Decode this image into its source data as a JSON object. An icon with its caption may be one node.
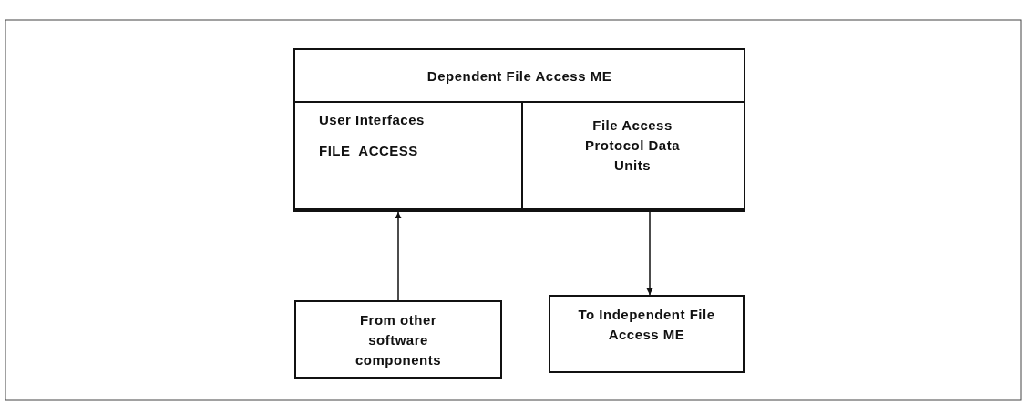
{
  "diagram": {
    "nodes": [
      {
        "text": [
          "Dependent File Access ME"
        ]
      },
      {
        "text": [
          "User Interfaces",
          "FILE_ACCESS"
        ],
        "in": 0
      },
      {
        "text": [
          "File Access Protocol Data Units"
        ],
        "in": 0
      },
      {
        "text": [
          "From other software components"
        ]
      },
      {
        "text": [
          "To Independent File Access ME"
        ]
      }
    ],
    "edges": [
      {
        "from": 3,
        "to": 1,
        "arrow": "to"
      },
      {
        "from": 2,
        "to": 4,
        "arrow": "to"
      }
    ]
  }
}
